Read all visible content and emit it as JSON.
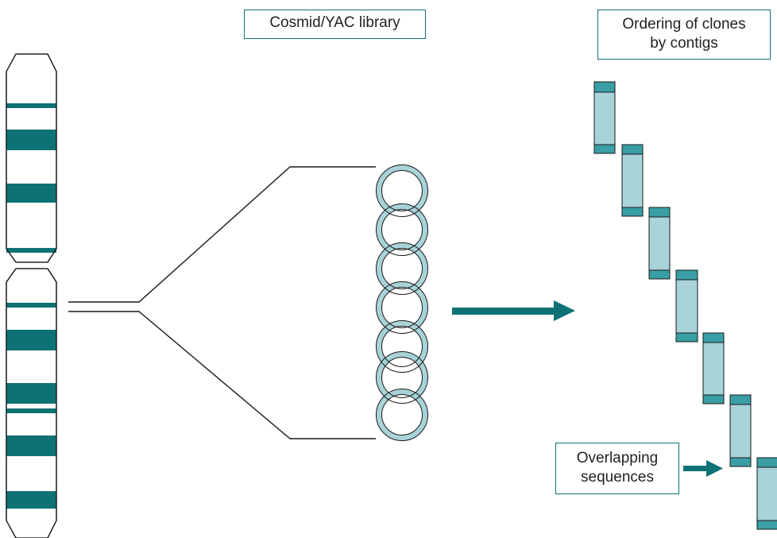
{
  "labels": {
    "library": "Cosmid/YAC library",
    "ordering_line1": "Ordering of clones",
    "ordering_line2": "by contigs",
    "overlap_line1": "Overlapping",
    "overlap_line2": "sequences"
  },
  "colors": {
    "band": "#0e7275",
    "outline": "#1a1a1a",
    "clone_fill": "#a8d3d8",
    "clone_end": "#3a9ea5",
    "ring_fill": "#a8d3d8",
    "arrow": "#0e7275"
  },
  "icons": {
    "main_arrow": "right-arrow-icon",
    "pointer_arrow": "right-arrow-icon"
  }
}
